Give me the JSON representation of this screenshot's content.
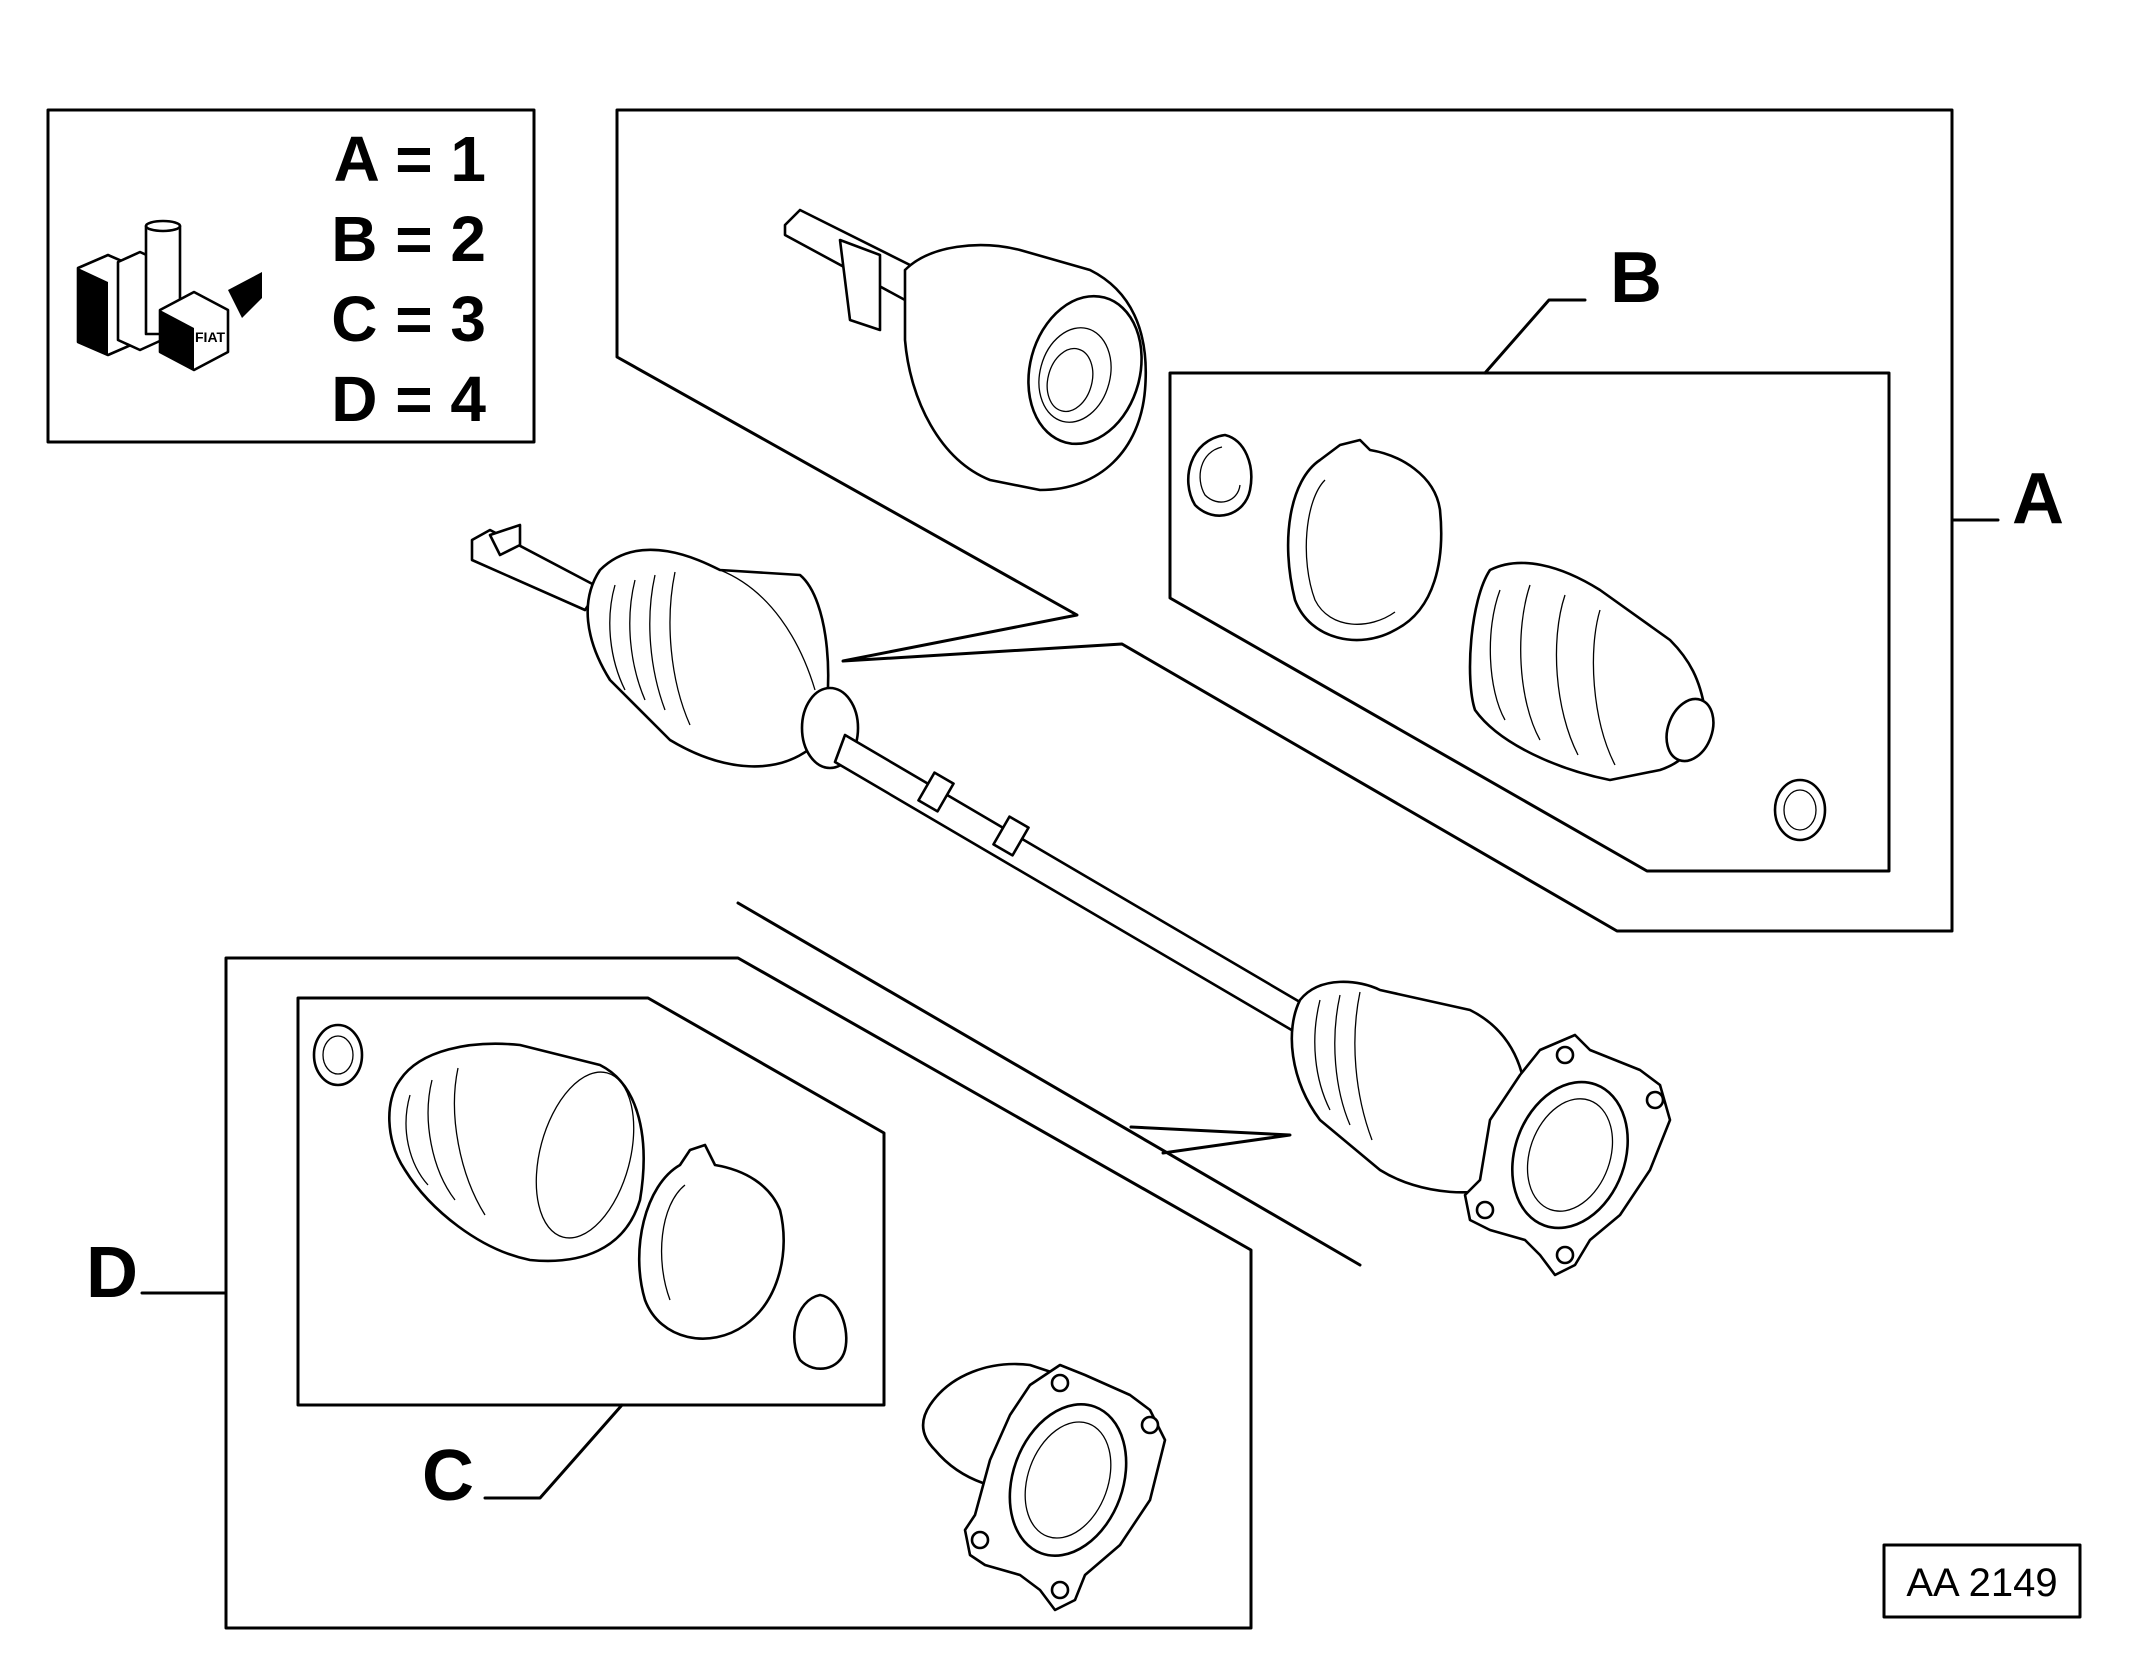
{
  "legend": {
    "entries": [
      {
        "letter_eq": "A = 1"
      },
      {
        "letter_eq": "B = 2"
      },
      {
        "letter_eq": "C = 3"
      },
      {
        "letter_eq": "D = 4"
      }
    ],
    "brand_mark": "FIAT"
  },
  "labels": {
    "A": "A",
    "B": "B",
    "C": "C",
    "D": "D"
  },
  "drawing_code": "AA 2149",
  "colors": {
    "line": "#000000",
    "background": "#ffffff"
  },
  "icons": [
    "fiat-parts-boxes-icon"
  ]
}
